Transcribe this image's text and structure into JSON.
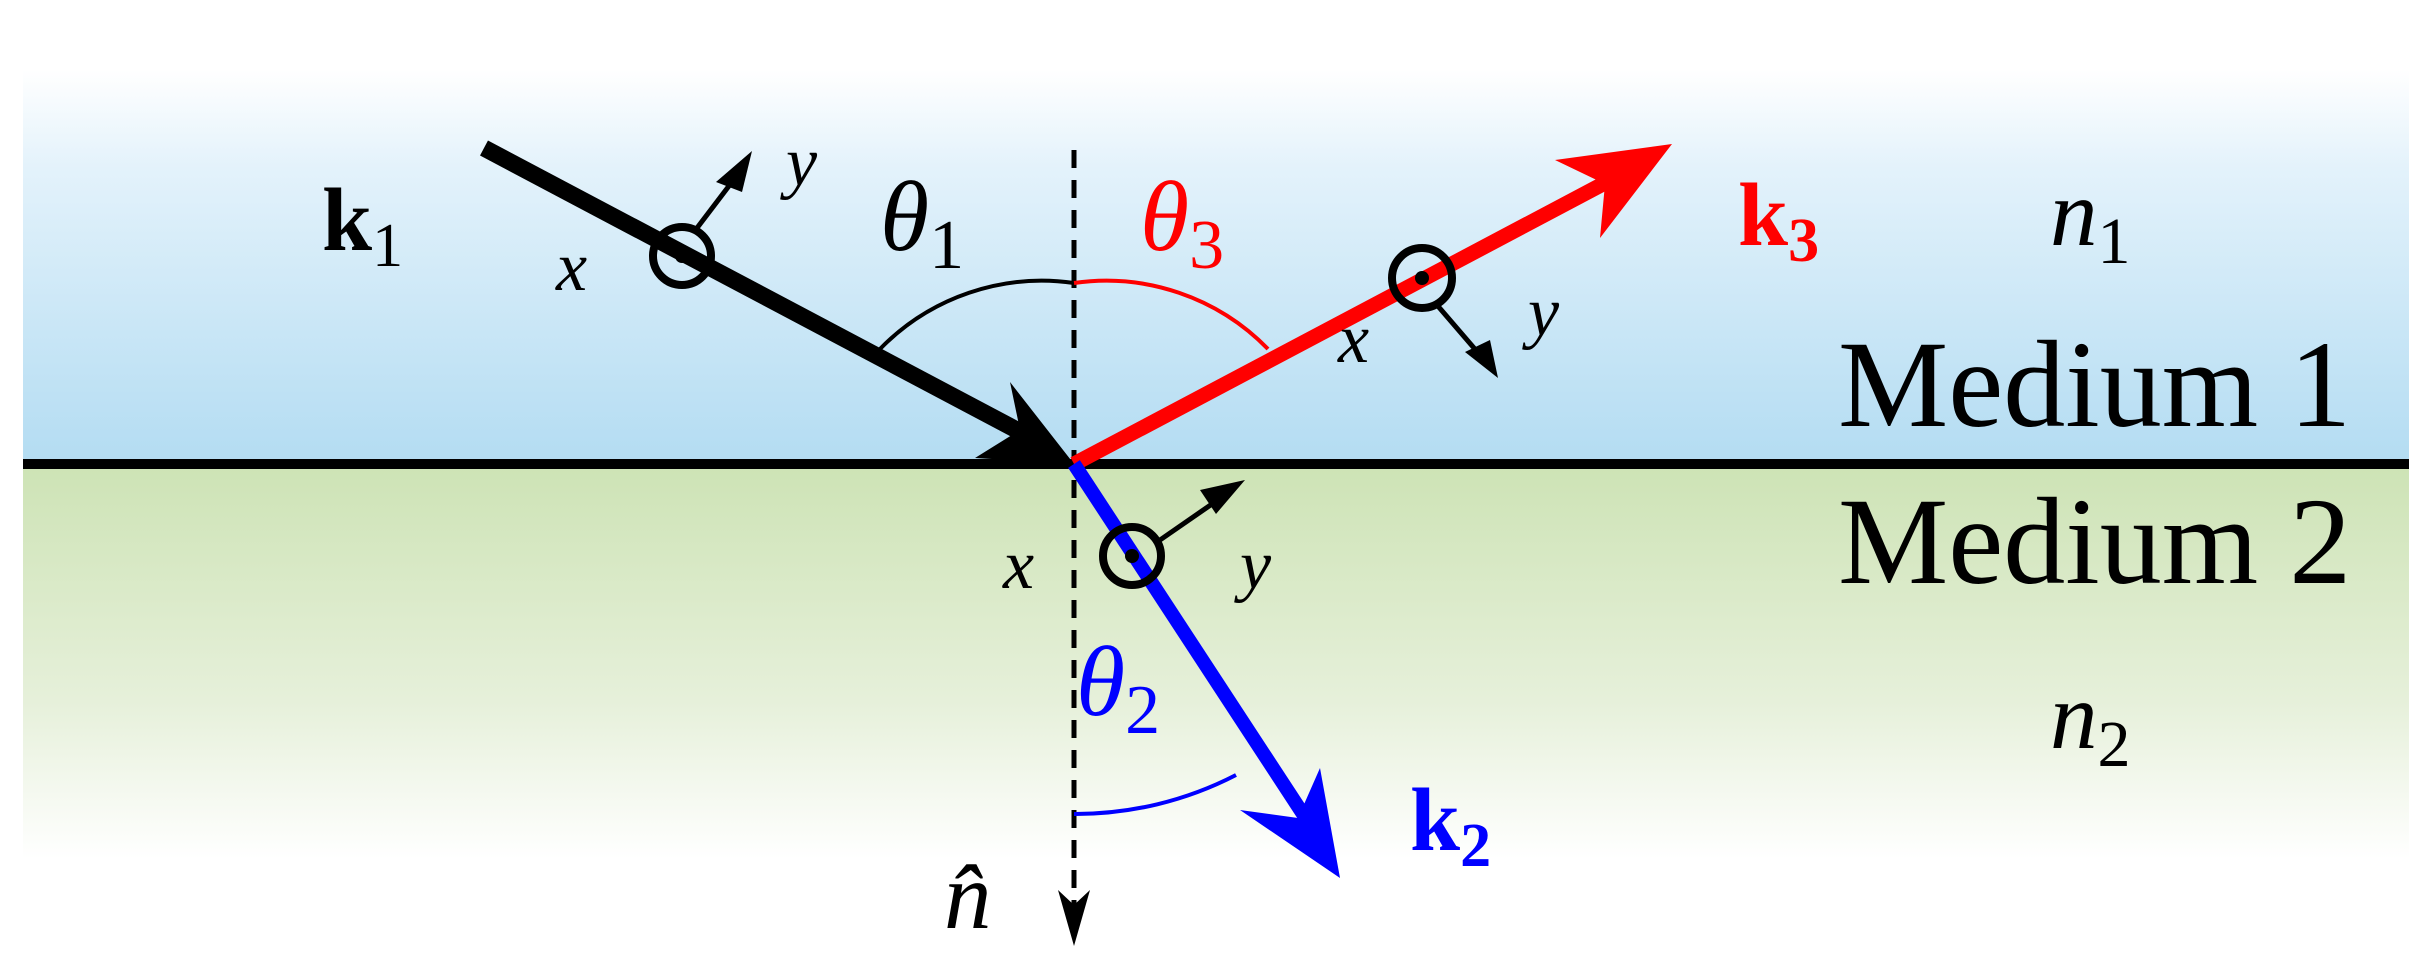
{
  "colors": {
    "medium1": "#b3dcf2",
    "medium2": "#cde3b5",
    "incident": "#000000",
    "reflected": "#ff0000",
    "transmitted": "#0000ff"
  },
  "labels": {
    "k1": {
      "main": "k",
      "sub": "1"
    },
    "k2": {
      "main": "k",
      "sub": "2"
    },
    "k3": {
      "main": "k",
      "sub": "3"
    },
    "theta1": {
      "main": "θ",
      "sub": "1"
    },
    "theta2": {
      "main": "θ",
      "sub": "2"
    },
    "theta3": {
      "main": "θ",
      "sub": "3"
    },
    "n1": {
      "main": "n",
      "sub": "1"
    },
    "n2": {
      "main": "n",
      "sub": "2"
    },
    "normal": "n̂",
    "x": "x",
    "y": "y",
    "medium1": "Medium 1",
    "medium2": "Medium 2"
  }
}
